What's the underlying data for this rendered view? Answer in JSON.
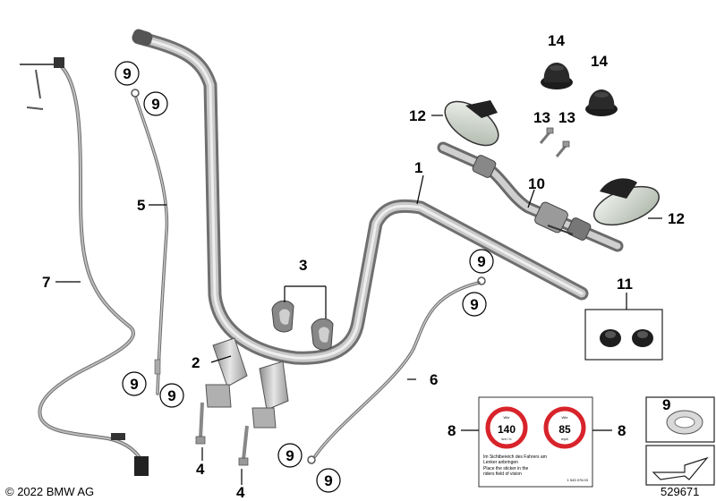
{
  "diagram": {
    "labels": {
      "p1": "1",
      "p2": "2",
      "p3": "3",
      "p4a": "4",
      "p4b": "4",
      "p5": "5",
      "p6": "6",
      "p7": "7",
      "p8a": "8",
      "p8b": "8",
      "p9a": "9",
      "p9b": "9",
      "p9c": "9",
      "p9d": "9",
      "p9e": "9",
      "p9f": "9",
      "p9g": "9",
      "p9h": "9",
      "p9box": "9",
      "p10": "10",
      "p11": "11",
      "p12a": "12",
      "p12b": "12",
      "p13a": "13",
      "p13b": "13",
      "p14a": "14",
      "p14b": "14"
    },
    "sticker": {
      "sign1_top": "Wie",
      "sign1_value": "140",
      "sign1_unit": "km / h",
      "sign2_top": "Wie",
      "sign2_value": "85",
      "sign2_unit": "mph",
      "text_line1": "Im Sichtbereich des Fahrers am",
      "text_line2": "Lenker anbringen",
      "text_line3": "Place the sticker in the",
      "text_line4": "riders field of vision",
      "part_code": "1 543 076.03"
    },
    "copyright": "© 2022 BMW AG",
    "diagram_id": "529671"
  }
}
